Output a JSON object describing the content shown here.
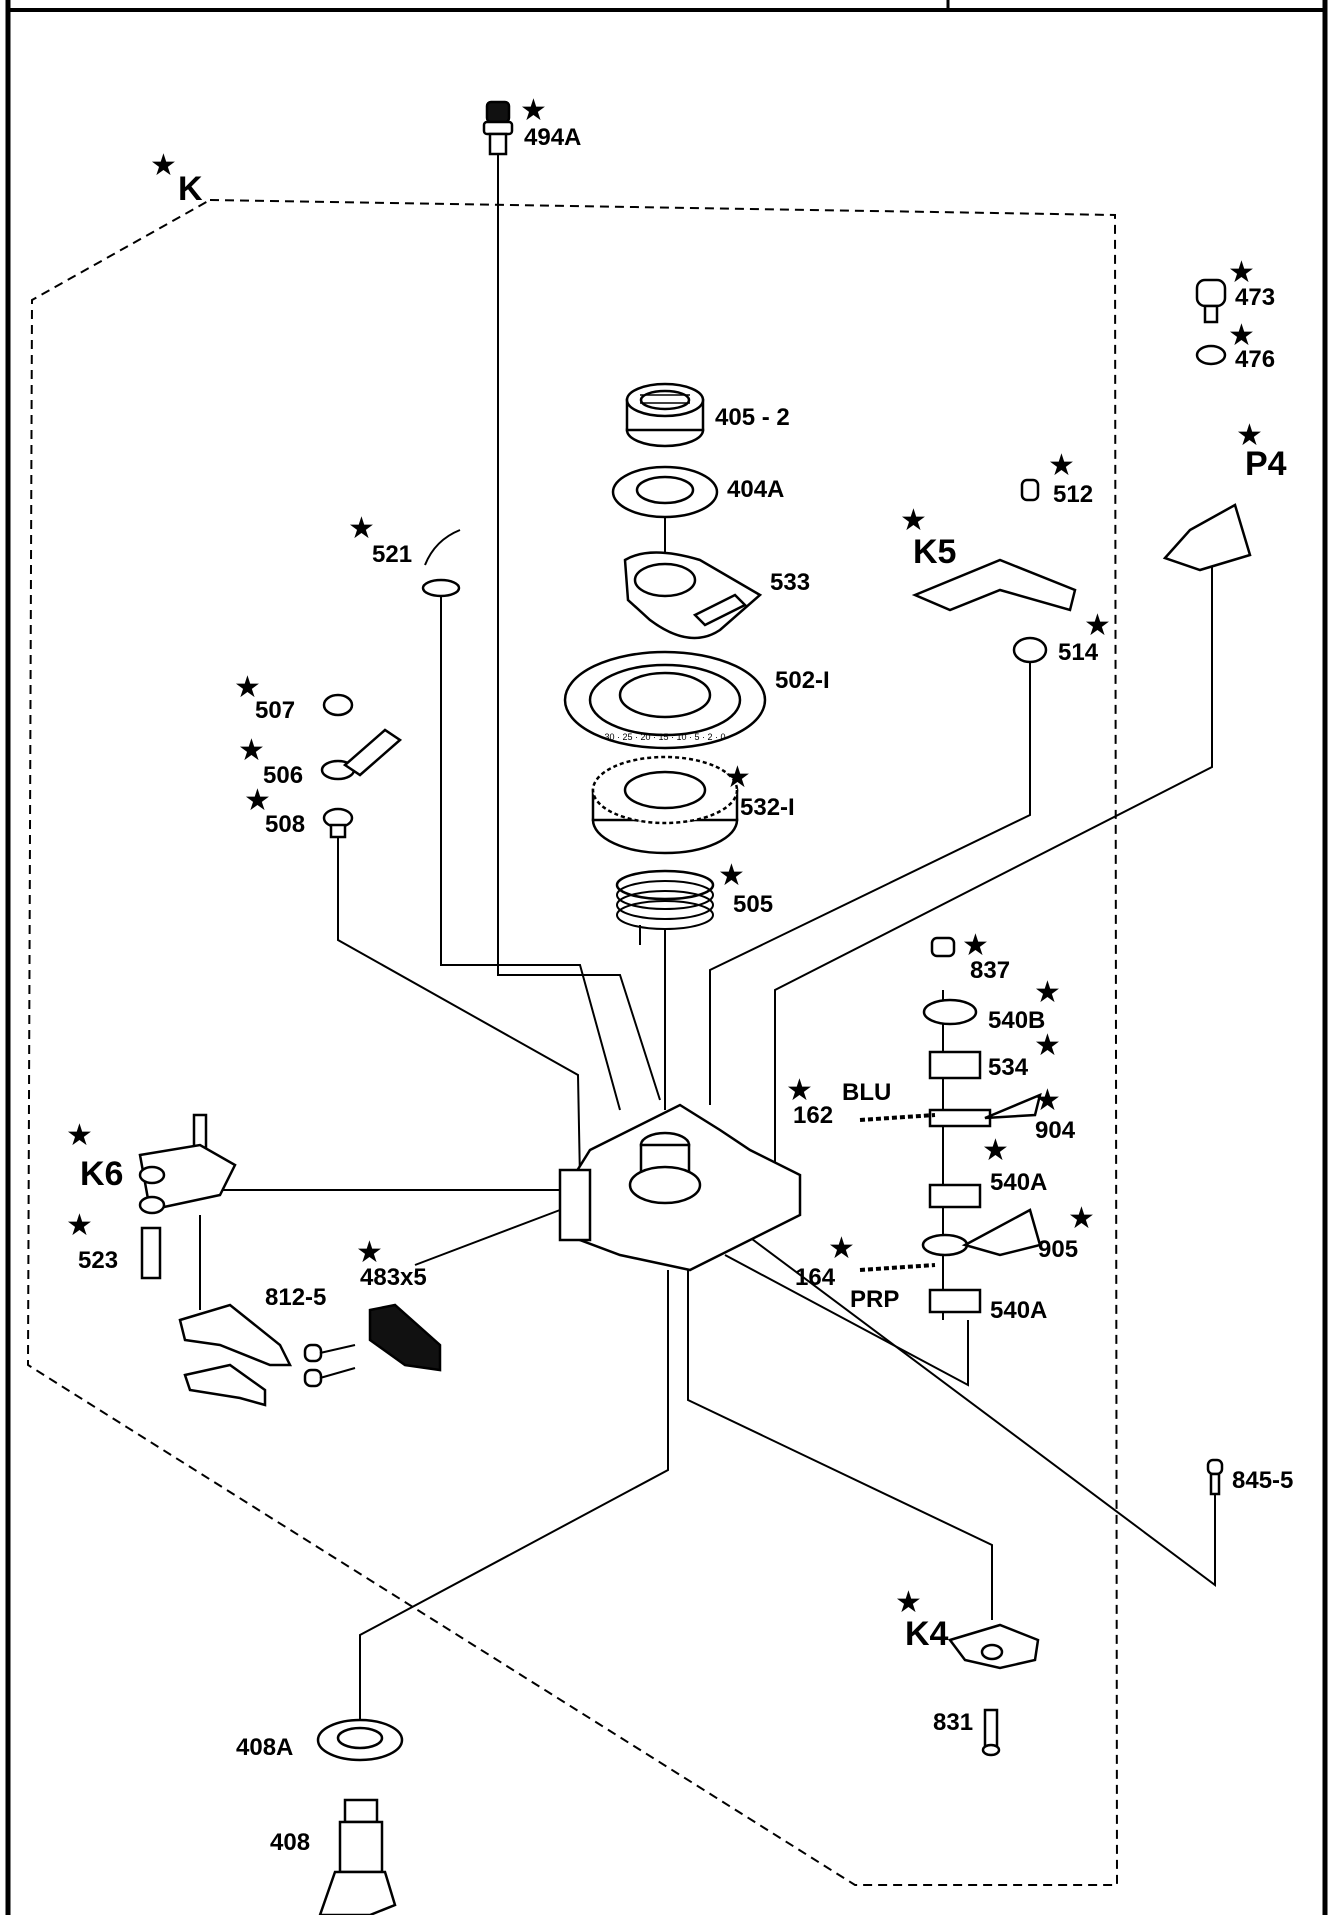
{
  "diagram": {
    "labels": {
      "k": "K",
      "k4": "K4",
      "k5": "K5",
      "k6": "K6",
      "p4": "P4",
      "p494a": "494A",
      "p473": "473",
      "p476": "476",
      "p405_2": "405 - 2",
      "p404a": "404A",
      "p533": "533",
      "p502_1": "502-I",
      "p532_1": "532-I",
      "p505": "505",
      "p521": "521",
      "p507": "507",
      "p506": "506",
      "p508": "508",
      "p512": "512",
      "p514": "514",
      "p837": "837",
      "p540b": "540B",
      "p534": "534",
      "p162": "162",
      "blu": "BLU",
      "p904": "904",
      "p540a_1": "540A",
      "p905": "905",
      "p164": "164",
      "prp": "PRP",
      "p540a_2": "540A",
      "p523": "523",
      "p812_5": "812-5",
      "p483x5": "483x5",
      "p845_5": "845-5",
      "p831": "831",
      "p408a": "408A",
      "p408": "408"
    },
    "dial_numbers": "30 · 25 · 20 · 15 · 10 · 5 · 2 · 0"
  }
}
